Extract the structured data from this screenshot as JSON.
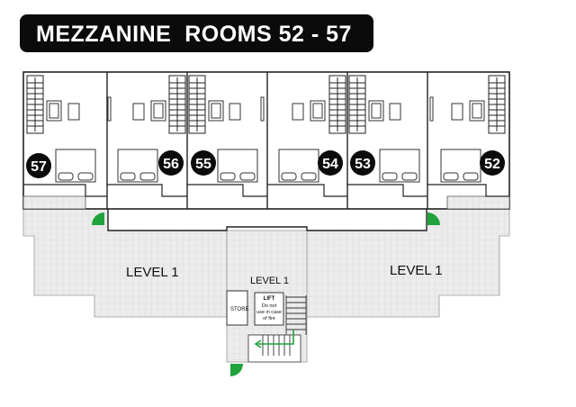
{
  "title": "MEZZANINE  ROOMS 52 - 57",
  "rooms": [
    "57",
    "56",
    "55",
    "54",
    "53",
    "52"
  ],
  "areas": {
    "level_left": "LEVEL 1",
    "level_center": "LEVEL 1",
    "level_right": "LEVEL 1"
  },
  "store": "STORE",
  "lift": {
    "title": "LIFT",
    "line1": "Do not",
    "line2": "use in case",
    "line3": "of fire"
  },
  "colors": {
    "title_bg": "#0b0b0b",
    "badge": "#0b0b0b",
    "floor_fill": "#ececec",
    "wall": "#222222",
    "exit_green": "#1fa33a"
  }
}
